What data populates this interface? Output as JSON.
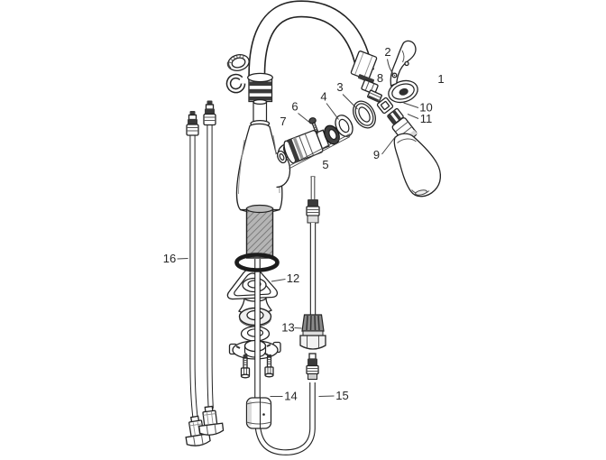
{
  "diagram": {
    "subject": "kitchen-faucet-exploded-parts-diagram",
    "background_color": "#ffffff",
    "line_color": "#232323",
    "label_color": "#262626"
  },
  "labels": [
    "1",
    "2",
    "3",
    "4",
    "5",
    "6",
    "7",
    "8",
    "9",
    "10",
    "11",
    "12",
    "13",
    "14",
    "15",
    "16"
  ]
}
